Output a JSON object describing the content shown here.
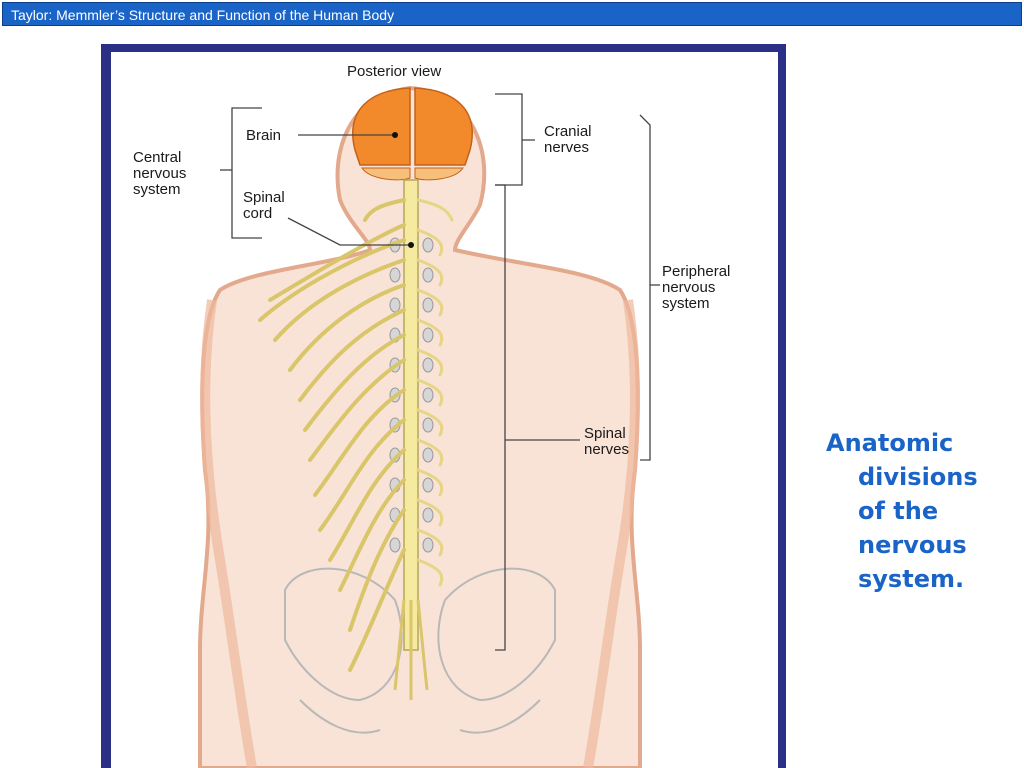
{
  "header": {
    "title": "Taylor: Memmler’s Structure and Function of the Human Body"
  },
  "diagram": {
    "view_label": "Posterior view",
    "labels": {
      "brain": "Brain",
      "spinal_cord_1": "Spinal",
      "spinal_cord_2": "cord",
      "cns_1": "Central",
      "cns_2": "nervous",
      "cns_3": "system",
      "cranial_1": "Cranial",
      "cranial_2": "nerves",
      "pns_1": "Peripheral",
      "pns_2": "nervous",
      "pns_3": "system",
      "spinal_nerves_1": "Spinal",
      "spinal_nerves_2": "nerves"
    },
    "colors": {
      "frame": "#2b2f86",
      "skin": "#f3c9b3",
      "skin_edge": "#e2a98d",
      "brain": "#f28a2c",
      "nerve": "#f6eaa1",
      "nerve_edge": "#b5a757",
      "bone": "#b8b8b8"
    }
  },
  "caption": {
    "line1": "Anatomic",
    "line2": "divisions",
    "line3": "of the",
    "line4": "nervous",
    "line5": "system."
  }
}
